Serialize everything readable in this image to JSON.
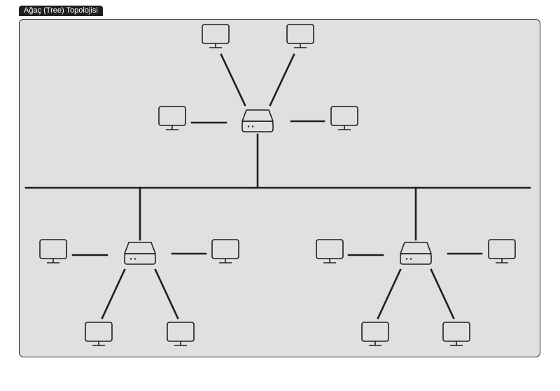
{
  "diagram": {
    "title": "Ağaç (Tree) Topolojisi",
    "colors": {
      "panel_bg": "#e0e0e0",
      "stroke": "#1f1f1f",
      "title_bg": "#1f1f1f",
      "title_text": "#ffffff"
    },
    "nodes": [
      {
        "id": "hub-top",
        "type": "hub-icon"
      },
      {
        "id": "hub-left",
        "type": "hub-icon"
      },
      {
        "id": "hub-right",
        "type": "hub-icon"
      },
      {
        "id": "pc-top-1",
        "type": "computer-icon"
      },
      {
        "id": "pc-top-2",
        "type": "computer-icon"
      },
      {
        "id": "pc-top-3",
        "type": "computer-icon"
      },
      {
        "id": "pc-top-4",
        "type": "computer-icon"
      },
      {
        "id": "pc-left-1",
        "type": "computer-icon"
      },
      {
        "id": "pc-left-2",
        "type": "computer-icon"
      },
      {
        "id": "pc-left-3",
        "type": "computer-icon"
      },
      {
        "id": "pc-left-4",
        "type": "computer-icon"
      },
      {
        "id": "pc-right-1",
        "type": "computer-icon"
      },
      {
        "id": "pc-right-2",
        "type": "computer-icon"
      },
      {
        "id": "pc-right-3",
        "type": "computer-icon"
      },
      {
        "id": "pc-right-4",
        "type": "computer-icon"
      }
    ],
    "edges": [
      [
        "hub-top",
        "pc-top-1"
      ],
      [
        "hub-top",
        "pc-top-2"
      ],
      [
        "hub-top",
        "pc-top-3"
      ],
      [
        "hub-top",
        "pc-top-4"
      ],
      [
        "hub-top",
        "backbone"
      ],
      [
        "backbone",
        "hub-left"
      ],
      [
        "backbone",
        "hub-right"
      ],
      [
        "hub-left",
        "pc-left-1"
      ],
      [
        "hub-left",
        "pc-left-2"
      ],
      [
        "hub-left",
        "pc-left-3"
      ],
      [
        "hub-left",
        "pc-left-4"
      ],
      [
        "hub-right",
        "pc-right-1"
      ],
      [
        "hub-right",
        "pc-right-2"
      ],
      [
        "hub-right",
        "pc-right-3"
      ],
      [
        "hub-right",
        "pc-right-4"
      ]
    ]
  }
}
